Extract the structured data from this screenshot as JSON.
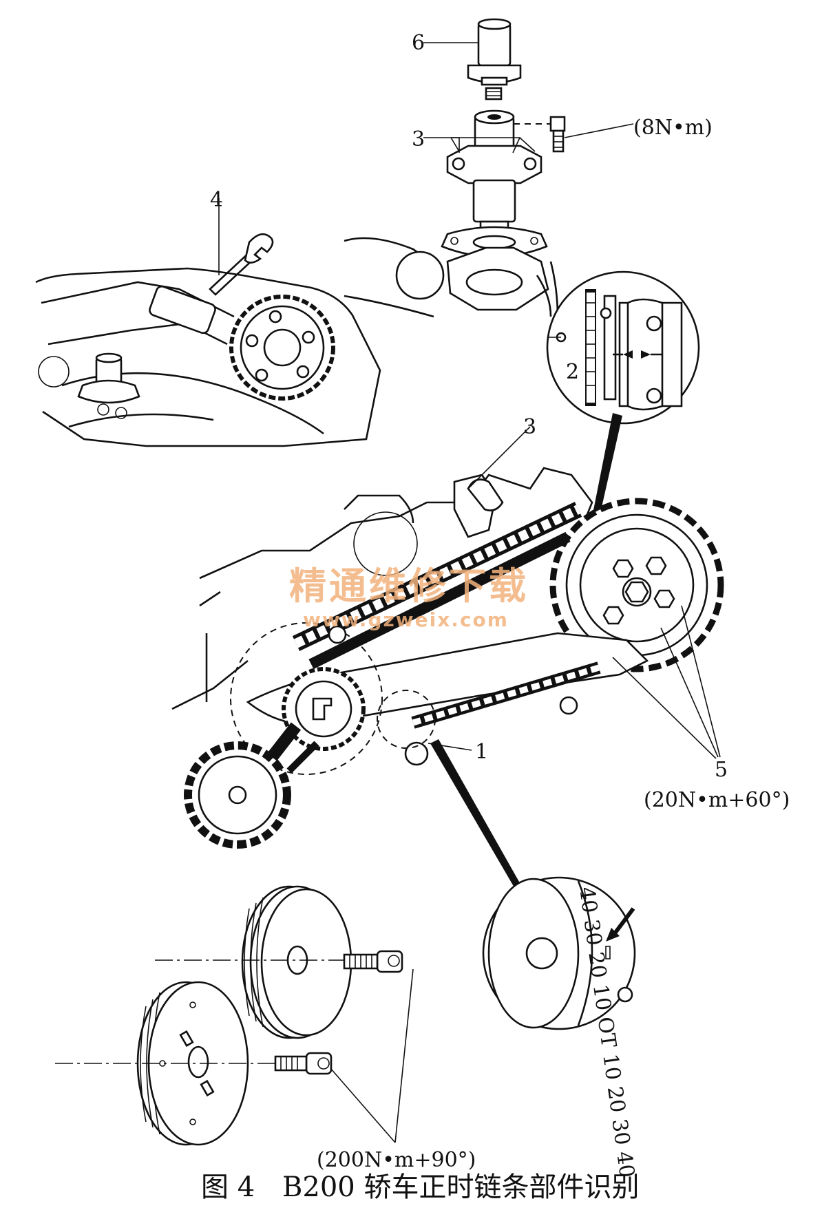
{
  "labels": {
    "p6": "6",
    "p3_top": "3",
    "p4": "4",
    "p2": "2",
    "p3_mid": "3",
    "p1": "1",
    "p5": "5"
  },
  "torques": {
    "tensioner_bolt": "(8N•m)",
    "camshaft_bolts": "(20N•m+60°)",
    "crank_bolt": "(200N•m+90°)"
  },
  "degree_scale": "40 30 20 10 OT 10 20 30 40",
  "watermark": {
    "line1": "精通维修下载",
    "line2": "www.gzweix.com"
  },
  "caption": {
    "figure": "图 4",
    "title": "B200 轿车正时链条部件识别"
  }
}
